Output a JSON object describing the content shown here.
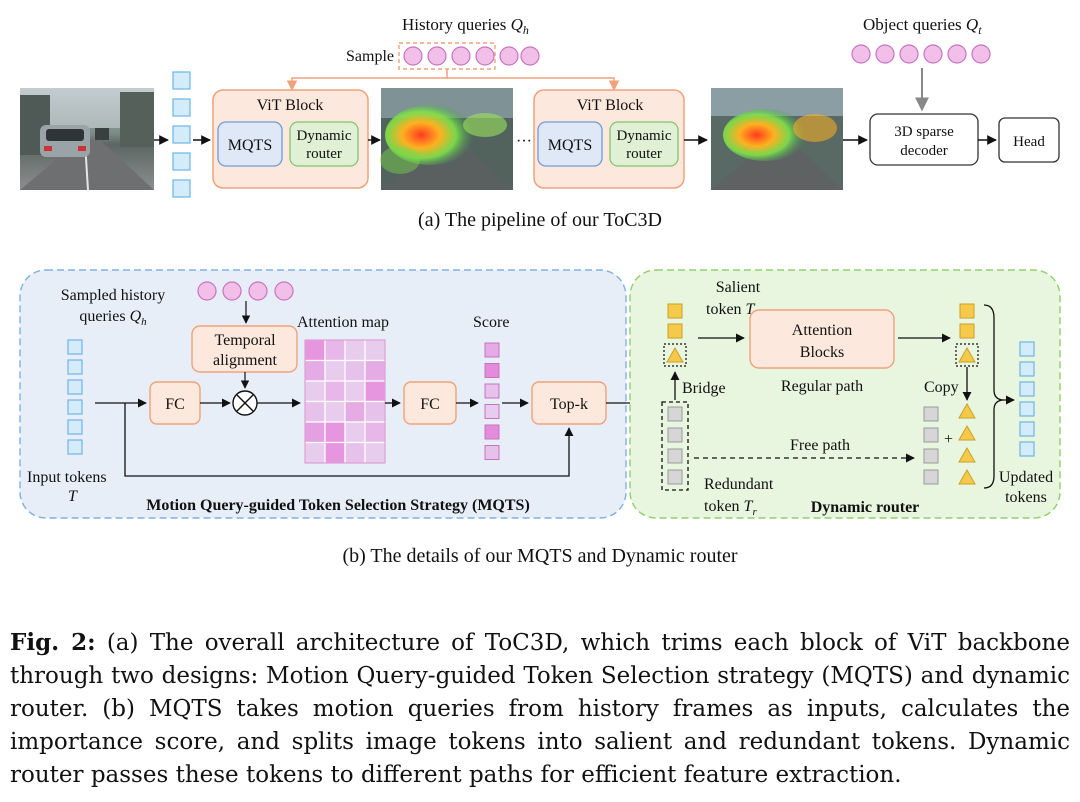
{
  "pipeline": {
    "history_queries_label": "History queries",
    "history_queries_symbol": "Q",
    "history_queries_sub": "h",
    "sample_label": "Sample",
    "object_queries_label": "Object queries",
    "object_queries_symbol": "Q",
    "object_queries_sub": "t",
    "vit_block_label": "ViT Block",
    "mqts_label": "MQTS",
    "dynamic_label": "Dynamic",
    "router_label": "router",
    "ellipsis": "···",
    "decoder_line1": "3D sparse",
    "decoder_line2": "decoder",
    "head_label": "Head",
    "caption": "(a) The pipeline of our ToC3D"
  },
  "mqts": {
    "sampled_line1": "Sampled history",
    "sampled_line2": "queries",
    "sampled_symbol": "Q",
    "sampled_sub": "h",
    "temporal_line1": "Temporal",
    "temporal_line2": "alignment",
    "attention_map_label": "Attention map",
    "score_label": "Score",
    "fc_label": "FC",
    "topk_label": "Top-k",
    "input_tokens_label": "Input tokens",
    "input_tokens_symbol": "T",
    "title": "Motion Query-guided Token Selection Strategy (MQTS)",
    "attention_map_levels": [
      [
        0.8,
        0.5,
        0.3,
        0.3
      ],
      [
        0.6,
        0.3,
        0.4,
        0.6
      ],
      [
        0.3,
        0.5,
        0.3,
        0.8
      ],
      [
        0.4,
        0.3,
        0.6,
        0.4
      ],
      [
        0.7,
        0.8,
        0.3,
        0.5
      ],
      [
        0.3,
        0.8,
        0.4,
        0.3
      ]
    ],
    "score_levels": [
      0.6,
      0.9,
      0.4,
      0.3,
      0.9,
      0.4
    ]
  },
  "router": {
    "salient_line1": "Salient",
    "salient_line2": "token",
    "salient_symbol": "T",
    "salient_sub": "s",
    "attention_blocks_line1": "Attention",
    "attention_blocks_line2": "Blocks",
    "regular_path_label": "Regular path",
    "bridge_label": "Bridge",
    "copy_label": "Copy",
    "free_path_label": "Free path",
    "redundant_line1": "Redundant",
    "redundant_line2": "token",
    "redundant_symbol": "T",
    "redundant_sub": "r",
    "plus_label": "+",
    "updated_line1": "Updated",
    "updated_line2": "tokens",
    "title": "Dynamic router"
  },
  "figure": {
    "subcaption_b": "(b) The details of our MQTS and Dynamic router",
    "caption_label": "Fig. 2:",
    "caption_text": "(a) The overall architecture of ToC3D, which trims each block of ViT backbone through two designs: Motion Query-guided Token Selection strategy (MQTS) and dynamic router. (b) MQTS takes motion queries from history frames as inputs, calculates the importance score, and splits image tokens into salient and redundant tokens. Dynamic router passes these tokens to different paths for efficient feature extraction."
  },
  "colors": {
    "token_fill": "#d4ecf9",
    "token_stroke": "#6cb6e6",
    "query_fill": "#f2bfe9",
    "query_stroke": "#c674c0",
    "vit_fill": "#fce8dc",
    "vit_stroke": "#f0a27c",
    "mqts_fill": "#dfe8f7",
    "mqts_stroke": "#6f9ad8",
    "router_fill": "#dff0d5",
    "router_stroke": "#86c36c",
    "panel_b_fill": "#e8eef8",
    "panel_b_stroke": "#7fb0e3",
    "panel_router_fill": "#e8f5df",
    "panel_router_stroke": "#8fd06a",
    "salient_fill": "#f6c94b",
    "redundant_fill": "#d6d6d6",
    "attention_base": "#e37fd7"
  },
  "icons": [
    "camera-frame-image",
    "heatmap-image",
    "multiply-circle-icon",
    "arrow-icon"
  ]
}
